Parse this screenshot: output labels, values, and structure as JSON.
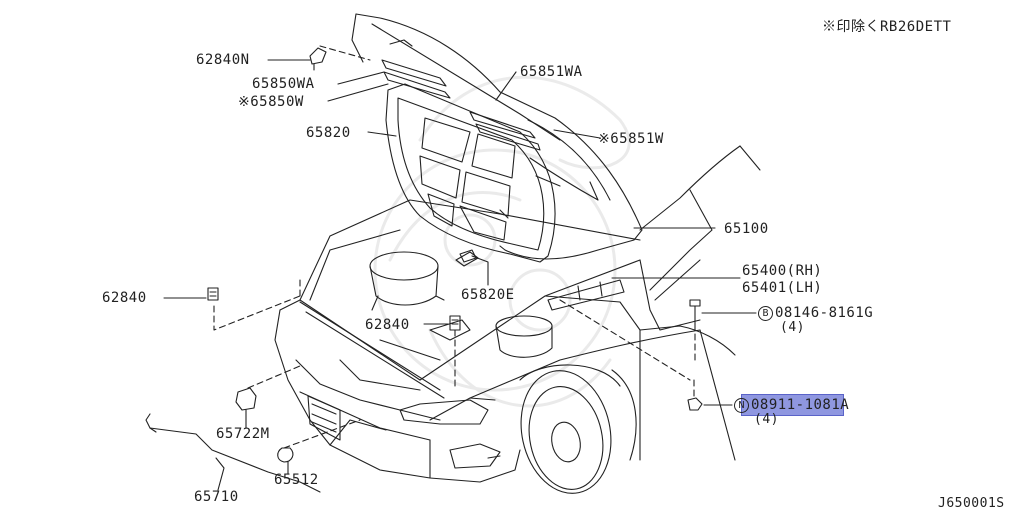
{
  "note": "※印除くRB26DETT",
  "figure_id": "J650001S",
  "parts": {
    "p62840N": "62840N",
    "p65850WA": "65850WA",
    "p65850W": "※65850W",
    "p65851WA": "65851WA",
    "p65820": "65820",
    "p65851W": "※65851W",
    "p65100": "65100",
    "p65400": "65400(RH)",
    "p65401": "65401(LH)",
    "p65820E": "65820E",
    "p62840a": "62840",
    "p62840b": "62840",
    "bolt_prefix": "B",
    "bolt_number": "08146-8161G",
    "bolt_qty": "(4)",
    "nut_prefix": "N",
    "nut_number": "08911-1081A",
    "nut_qty": "(4)",
    "p65722M": "65722M",
    "p65512": "65512",
    "p65710": "65710"
  },
  "colors": {
    "line": "#222222",
    "highlight": "#8f97e0"
  }
}
